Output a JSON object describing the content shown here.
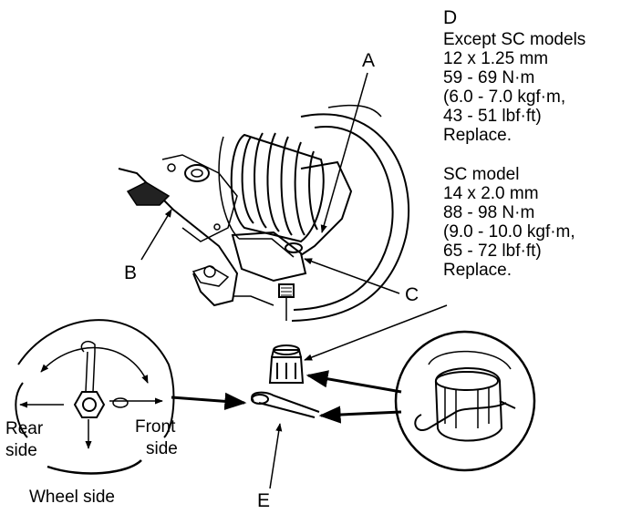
{
  "callouts": {
    "a": "A",
    "b": "B",
    "c": "C",
    "d": "D",
    "e": "E"
  },
  "spec": {
    "except_sc": [
      "Except SC models",
      "12 x 1.25 mm",
      "59 - 69 N·m",
      "(6.0 - 7.0 kgf·m,",
      "43 - 51 lbf·ft)",
      "Replace."
    ],
    "sc": [
      "SC model",
      "14 x 2.0 mm",
      "88 - 98 N·m",
      "(9.0 - 10.0 kgf·m,",
      "65 - 72 lbf·ft)",
      "Replace."
    ]
  },
  "wheel_inset": {
    "rear_side": [
      "Rear",
      "side"
    ],
    "front_side": [
      "Front",
      "side"
    ],
    "wheel_side": "Wheel side"
  }
}
